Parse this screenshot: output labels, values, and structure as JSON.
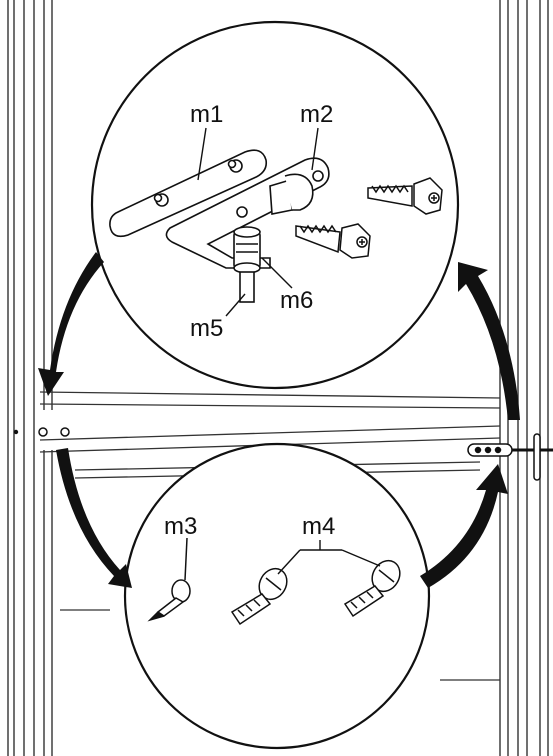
{
  "labels": {
    "m1": "m1",
    "m2": "m2",
    "m3": "m3",
    "m4": "m4",
    "m5": "m5",
    "m6": "m6"
  },
  "colors": {
    "ink": "#1a1a1a",
    "hatch": "#555555",
    "background": "#ffffff"
  },
  "icons": [
    "screw-icon",
    "nail-icon",
    "key-icon",
    "hinge-bracket-icon",
    "latch-icon",
    "arrow-icon"
  ]
}
